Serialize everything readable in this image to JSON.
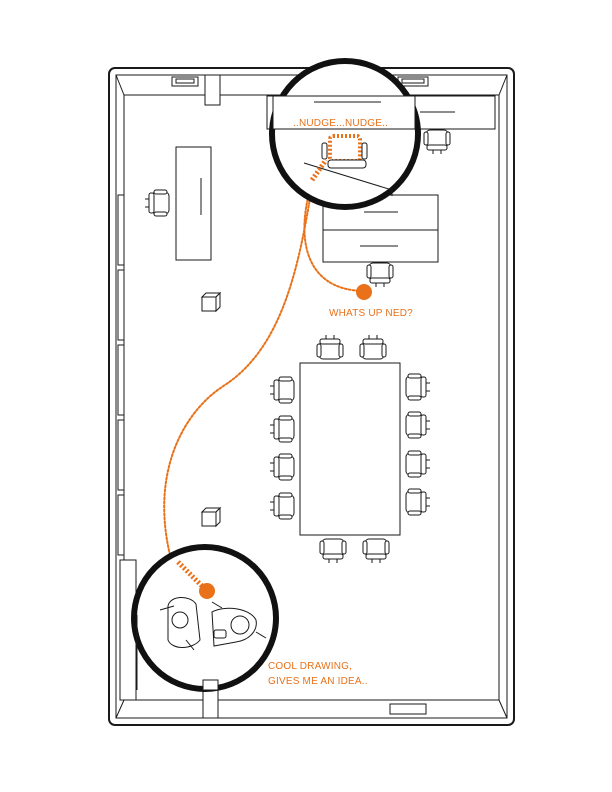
{
  "annotations": {
    "nudge": "..NUDGE...NUDGE..",
    "whats_up": "WHATS UP NED?",
    "cool_line1": "COOL DRAWING,",
    "cool_line2": "GIVES ME AN IDEA.."
  },
  "colors": {
    "accent": "#e8711a",
    "ink": "#1a1a1a",
    "background": "#ffffff"
  },
  "icons": {
    "chair": "office-chair-icon",
    "cube": "cube-icon",
    "person": "person-icon",
    "dot": "location-dot-icon"
  }
}
